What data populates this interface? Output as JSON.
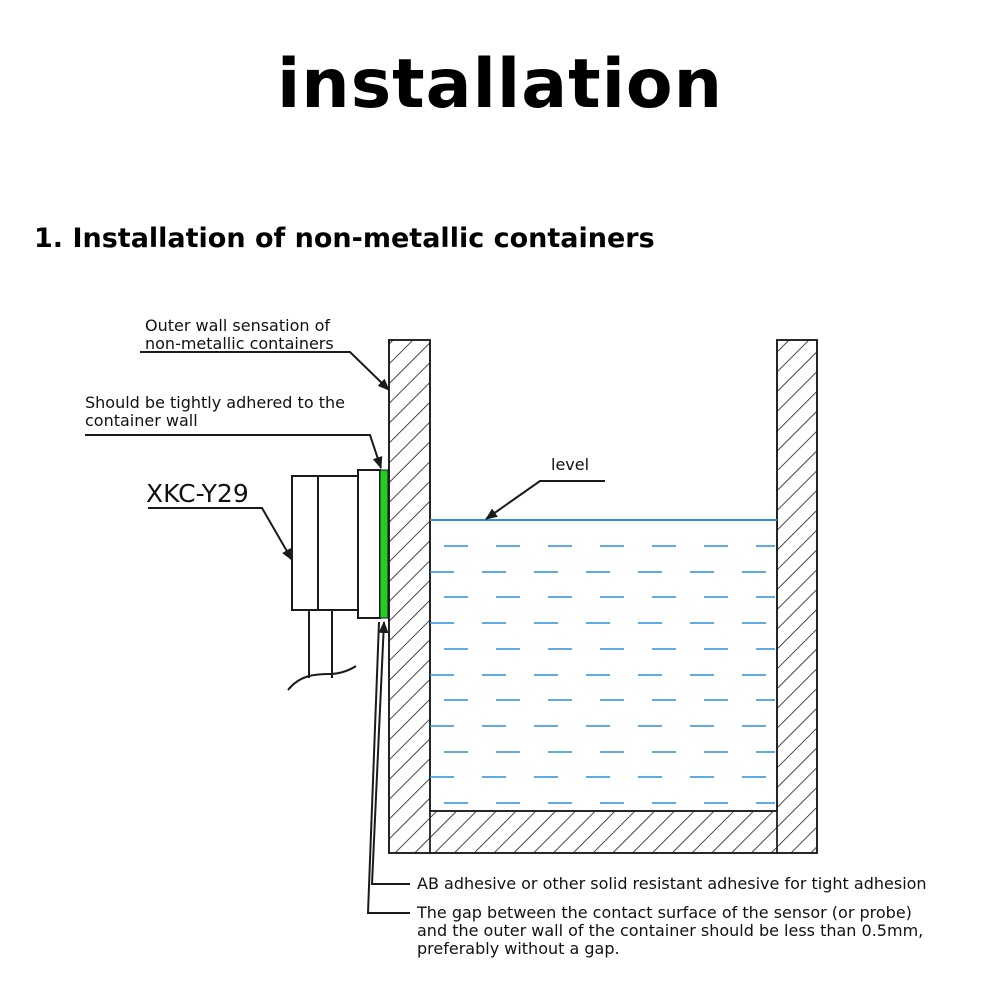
{
  "page": {
    "title": "installation",
    "section_title": "1. Installation of non-metallic containers"
  },
  "diagram": {
    "labels": {
      "outer_wall_line1": "Outer wall sensation of",
      "outer_wall_line2": "non-metallic containers",
      "adhered_line1": "Should be tightly adhered to the",
      "adhered_line2": "container wall",
      "sensor_model": "XKC-Y29",
      "level": "level",
      "adhesive": "AB adhesive or other solid resistant adhesive for tight adhesion",
      "gap_line1": "The gap between the contact surface of the sensor (or probe)",
      "gap_line2": "and the outer wall of the container should be less than 0.5mm,",
      "gap_line3": "preferably without a gap."
    },
    "colors": {
      "line": "#1a1a1a",
      "liquid": "#2f8fd8",
      "adhesive_pad": "#22cc22"
    }
  }
}
